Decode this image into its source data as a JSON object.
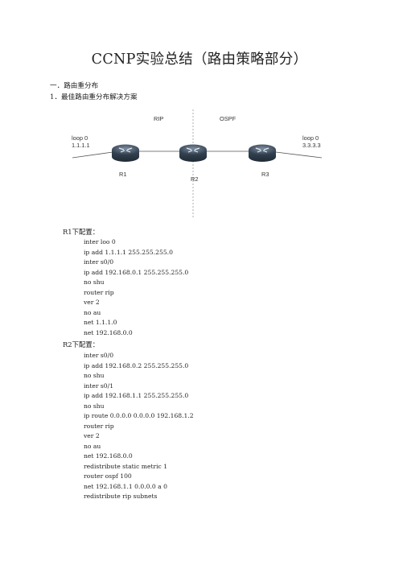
{
  "title": "CCNP实验总结（路由策略部分）",
  "section_1": "一．路由重分布",
  "subsection_1": "1．最佳路由重分布解决方案",
  "diagram": {
    "rip_label": "RIP",
    "ospf_label": "OSPF",
    "r1": {
      "loop_label": "loop 0",
      "loop_ip": "1.1.1.1",
      "name": "R1"
    },
    "r2": {
      "name": "R2"
    },
    "r3": {
      "loop_label": "loop 0",
      "loop_ip": "3.3.3.3",
      "name": "R3"
    }
  },
  "r1_heading": "R1下配置：",
  "r1_config": [
    "inter loo 0",
    "ip add 1.1.1.1 255.255.255.0",
    "inter s0/0",
    "ip add 192.168.0.1 255.255.255.0",
    "no shu",
    "router rip",
    "ver 2",
    "no au",
    "net 1.1.1.0",
    "net 192.168.0.0"
  ],
  "r2_heading": "R2下配置：",
  "r2_config": [
    "inter s0/0",
    "ip add 192.168.0.2 255.255.255.0",
    "no shu",
    "inter s0/1",
    "ip add 192.168.1.1 255.255.255.0",
    "no shu",
    "ip route 0.0.0.0 0.0.0.0 192.168.1.2",
    "router rip",
    "ver 2",
    "no au",
    "net 192.168.0.0",
    "redistribute static metric 1",
    "router ospf 100",
    "net 192.168.1.1 0.0.0.0 a 0",
    "redistribute rip subnets"
  ]
}
